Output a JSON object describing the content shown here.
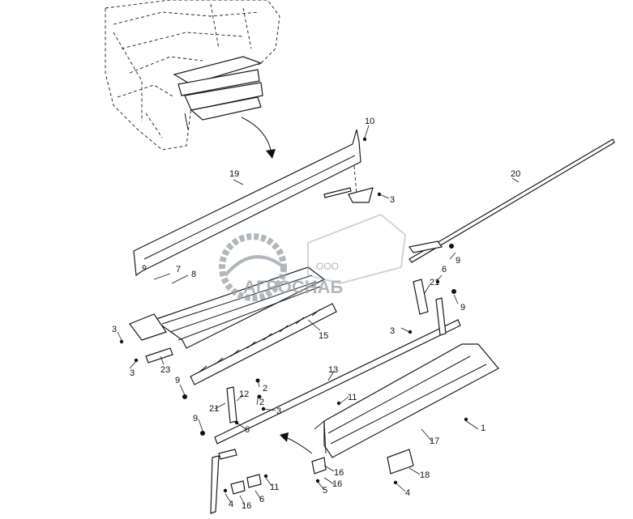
{
  "watermark": {
    "company_prefix": "ООО",
    "company_name": "АГРОСНАБ"
  },
  "callouts": [
    {
      "id": "c10",
      "label": "10"
    },
    {
      "id": "c19",
      "label": "19"
    },
    {
      "id": "c3a",
      "label": "3"
    },
    {
      "id": "c20",
      "label": "20"
    },
    {
      "id": "c9a",
      "label": "9"
    },
    {
      "id": "c7",
      "label": "7"
    },
    {
      "id": "c8",
      "label": "8"
    },
    {
      "id": "c6a",
      "label": "6"
    },
    {
      "id": "c21a",
      "label": "21"
    },
    {
      "id": "c9b",
      "label": "9"
    },
    {
      "id": "c3b",
      "label": "3"
    },
    {
      "id": "c3c",
      "label": "3"
    },
    {
      "id": "c15",
      "label": "15"
    },
    {
      "id": "c3d",
      "label": "3"
    },
    {
      "id": "c23",
      "label": "23"
    },
    {
      "id": "c13",
      "label": "13"
    },
    {
      "id": "c2a",
      "label": "2"
    },
    {
      "id": "c12",
      "label": "12"
    },
    {
      "id": "c2b",
      "label": "2"
    },
    {
      "id": "c9c",
      "label": "9"
    },
    {
      "id": "c11a",
      "label": "11"
    },
    {
      "id": "c21b",
      "label": "21"
    },
    {
      "id": "c3e",
      "label": "3"
    },
    {
      "id": "c9d",
      "label": "9"
    },
    {
      "id": "c6b",
      "label": "6"
    },
    {
      "id": "c1",
      "label": "1"
    },
    {
      "id": "c17",
      "label": "17"
    },
    {
      "id": "c16a",
      "label": "16"
    },
    {
      "id": "c18",
      "label": "18"
    },
    {
      "id": "c5",
      "label": "5"
    },
    {
      "id": "c16b",
      "label": "16"
    },
    {
      "id": "c11b",
      "label": "11"
    },
    {
      "id": "c4a",
      "label": "4"
    },
    {
      "id": "c16c",
      "label": "16"
    },
    {
      "id": "c6c",
      "label": "6"
    },
    {
      "id": "c4b",
      "label": "4"
    }
  ]
}
